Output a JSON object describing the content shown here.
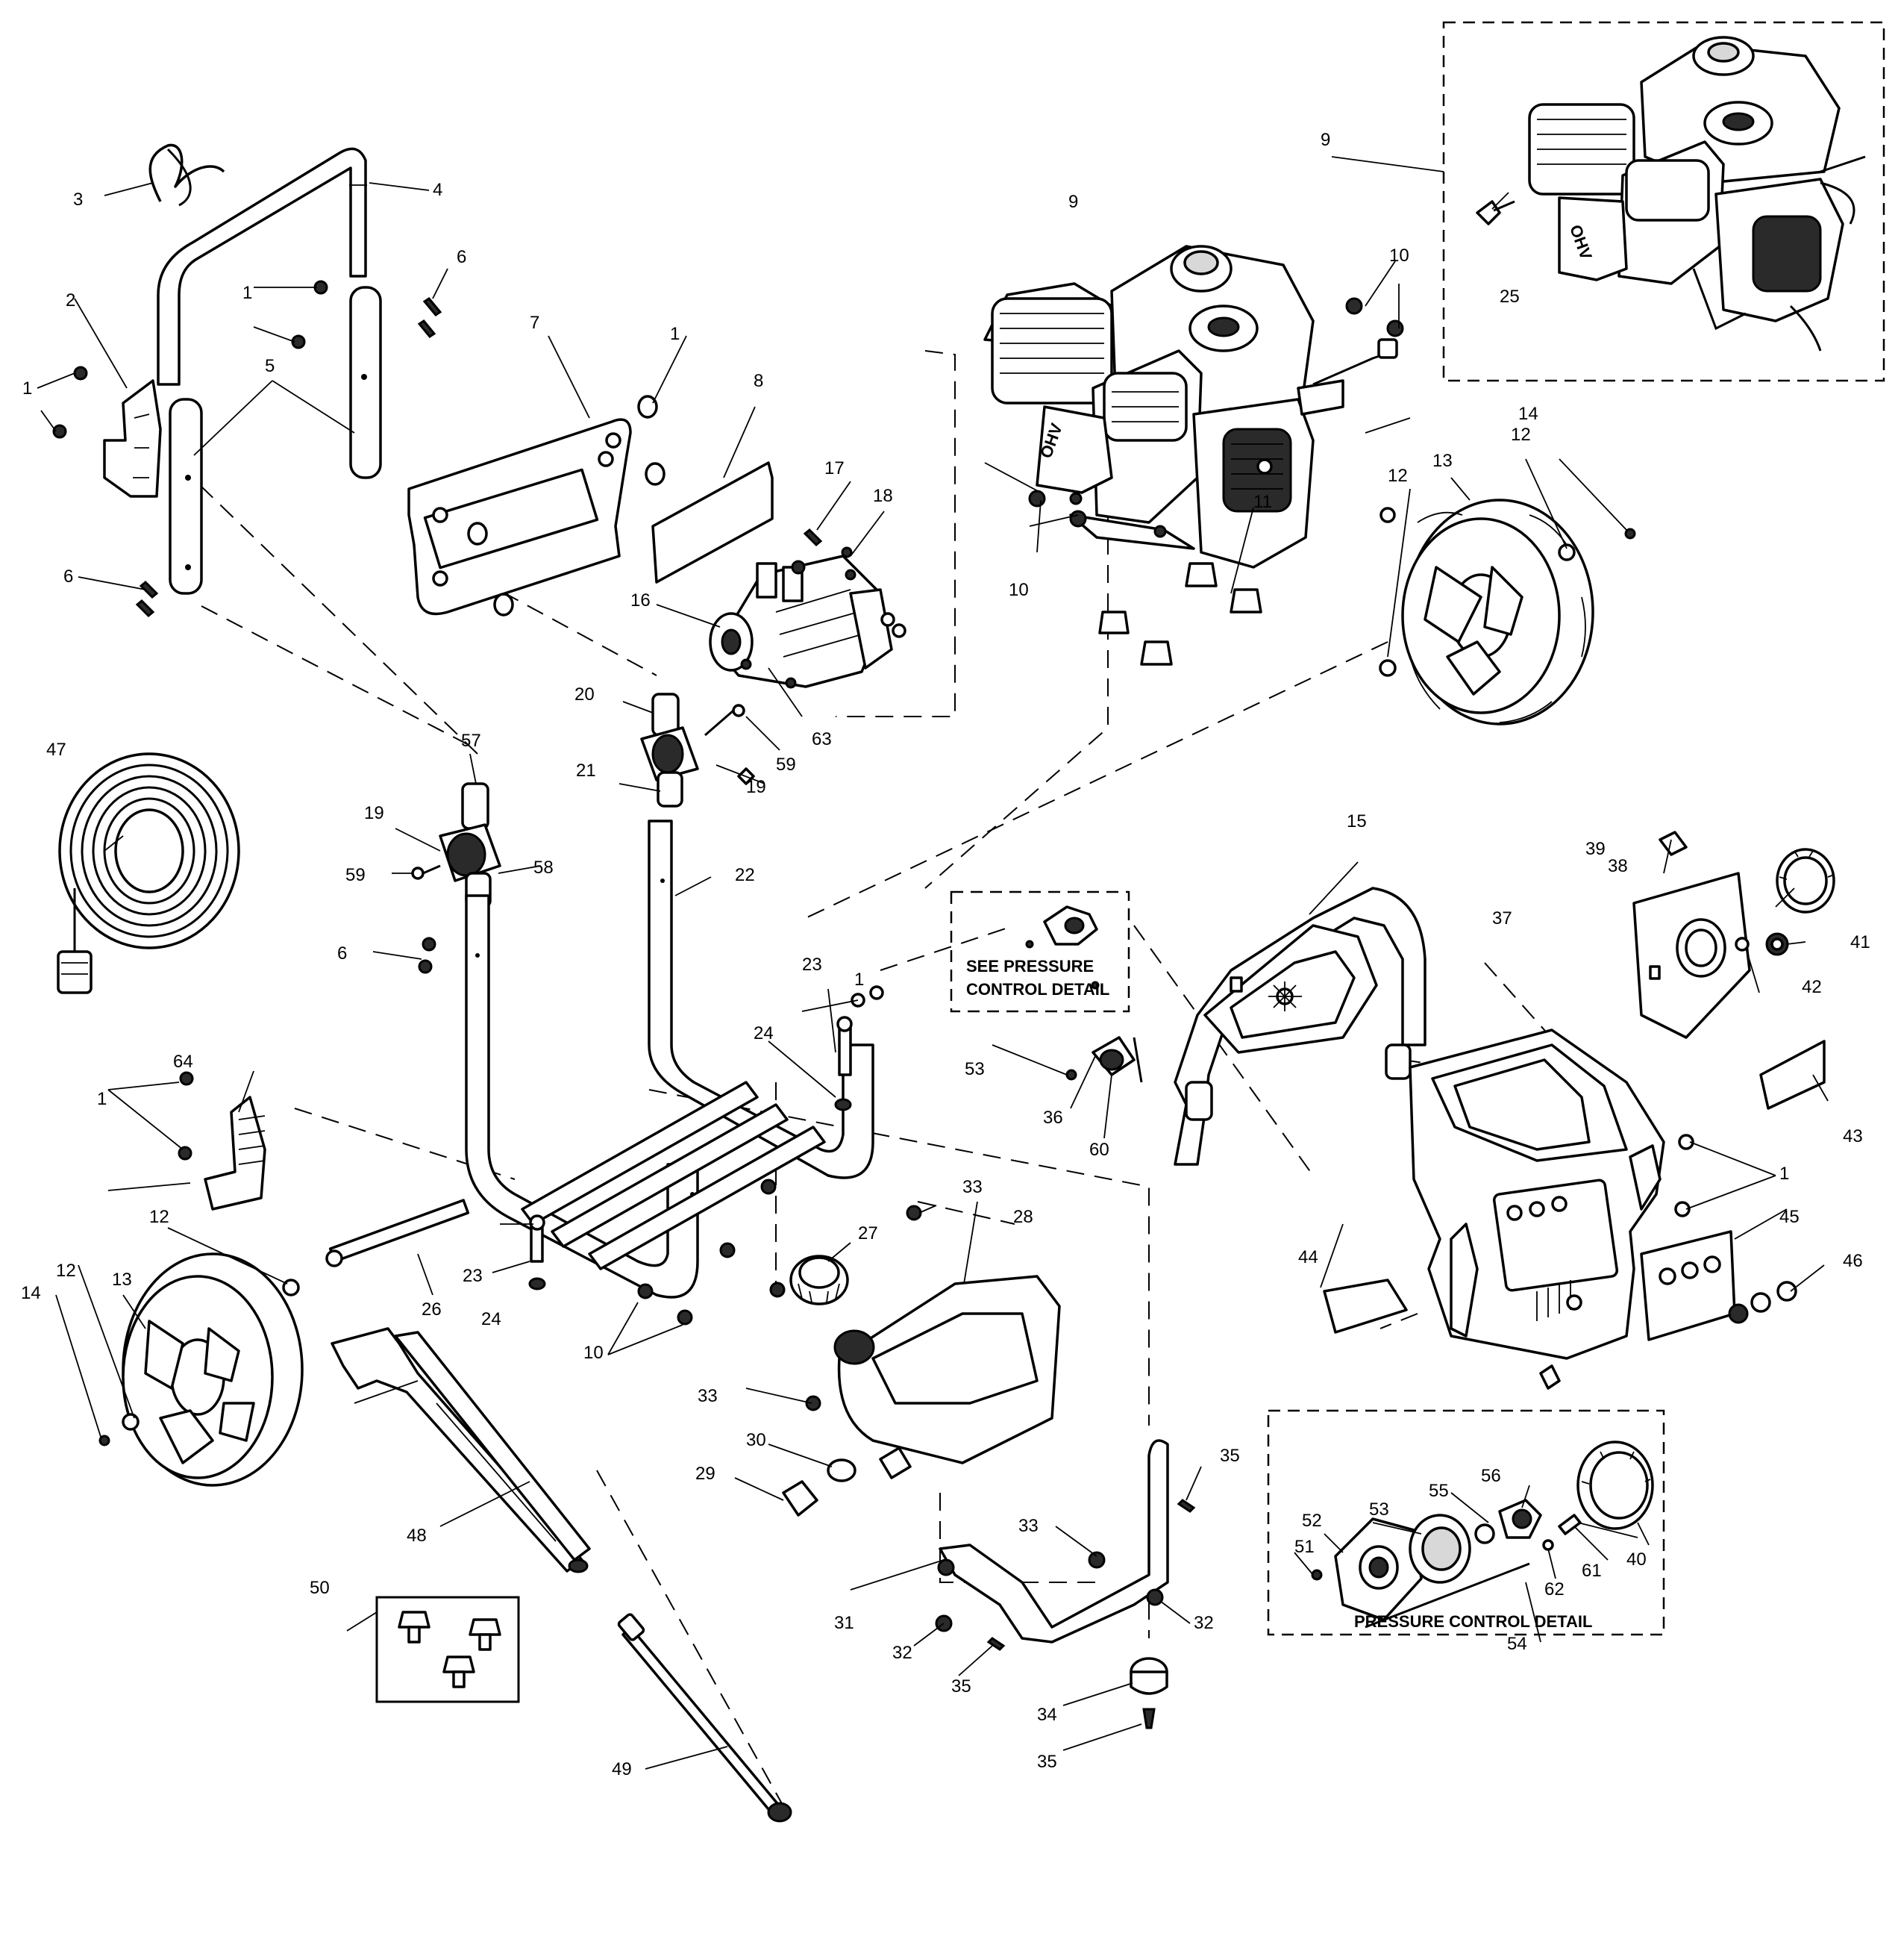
{
  "callouts": [
    "1",
    "2",
    "3",
    "4",
    "5",
    "6",
    "7",
    "8",
    "9",
    "10",
    "11",
    "12",
    "13",
    "14",
    "15",
    "16",
    "17",
    "18",
    "19",
    "20",
    "21",
    "22",
    "23",
    "24",
    "25",
    "26",
    "27",
    "28",
    "29",
    "30",
    "31",
    "32",
    "33",
    "34",
    "35",
    "36",
    "37",
    "38",
    "39",
    "40",
    "41",
    "42",
    "43",
    "44",
    "45",
    "46",
    "47",
    "48",
    "49",
    "50",
    "51",
    "52",
    "53",
    "54",
    "55",
    "56",
    "57",
    "58",
    "59",
    "60",
    "61",
    "62",
    "63",
    "64"
  ],
  "boxes": {
    "pressure_control_note_line1": "SEE PRESSURE",
    "pressure_control_note_line2": "CONTROL DETAIL",
    "pressure_control_detail_title": "PRESSURE CONTROL DETAIL"
  },
  "engine_marking": "OHV"
}
